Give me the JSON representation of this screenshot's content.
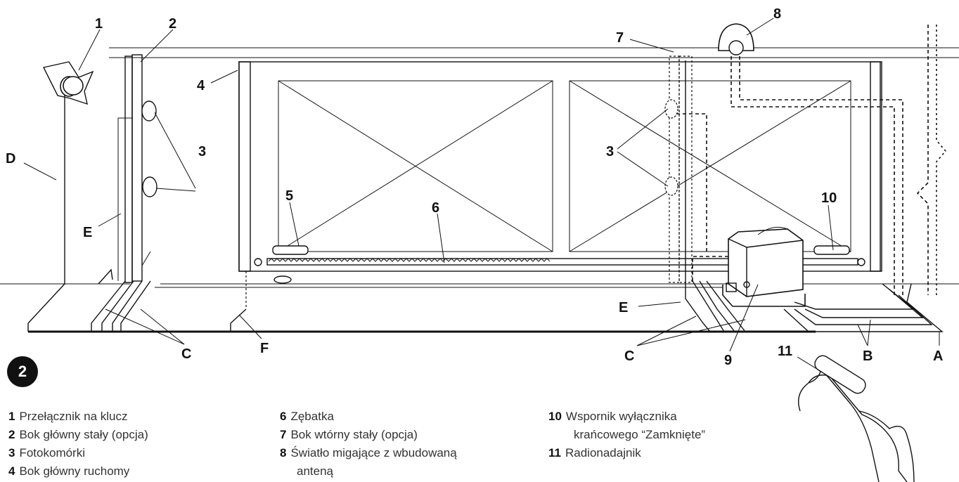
{
  "figure_number": "2",
  "callouts": {
    "c1": "1",
    "c2": "2",
    "c3a": "3",
    "c3b": "3",
    "c4": "4",
    "c5": "5",
    "c6": "6",
    "c7": "7",
    "c8": "8",
    "c9": "9",
    "c10": "10",
    "c11": "11",
    "cA": "A",
    "cB": "B",
    "cC1": "C",
    "cC2": "C",
    "cD": "D",
    "cE1": "E",
    "cE2": "E",
    "cF": "F"
  },
  "legend": {
    "col1": [
      {
        "num": "1",
        "text": "Przełącznik na klucz"
      },
      {
        "num": "2",
        "text": "Bok główny stały (opcja)"
      },
      {
        "num": "3",
        "text": "Fotokomórki"
      },
      {
        "num": "4",
        "text": "Bok główny ruchomy"
      }
    ],
    "col2": [
      {
        "num": "6",
        "text": "Zębatka"
      },
      {
        "num": "7",
        "text": "Bok wtórny stały (opcja)"
      },
      {
        "num": "8",
        "text": "Światło migające z wbudowaną",
        "text2": "anteną"
      }
    ],
    "col3": [
      {
        "num": "10",
        "text": "Wspornik wyłącznika",
        "text2": "krańcowego “Zamknięte”"
      },
      {
        "num": "11",
        "text": "Radionadajnik"
      }
    ]
  }
}
